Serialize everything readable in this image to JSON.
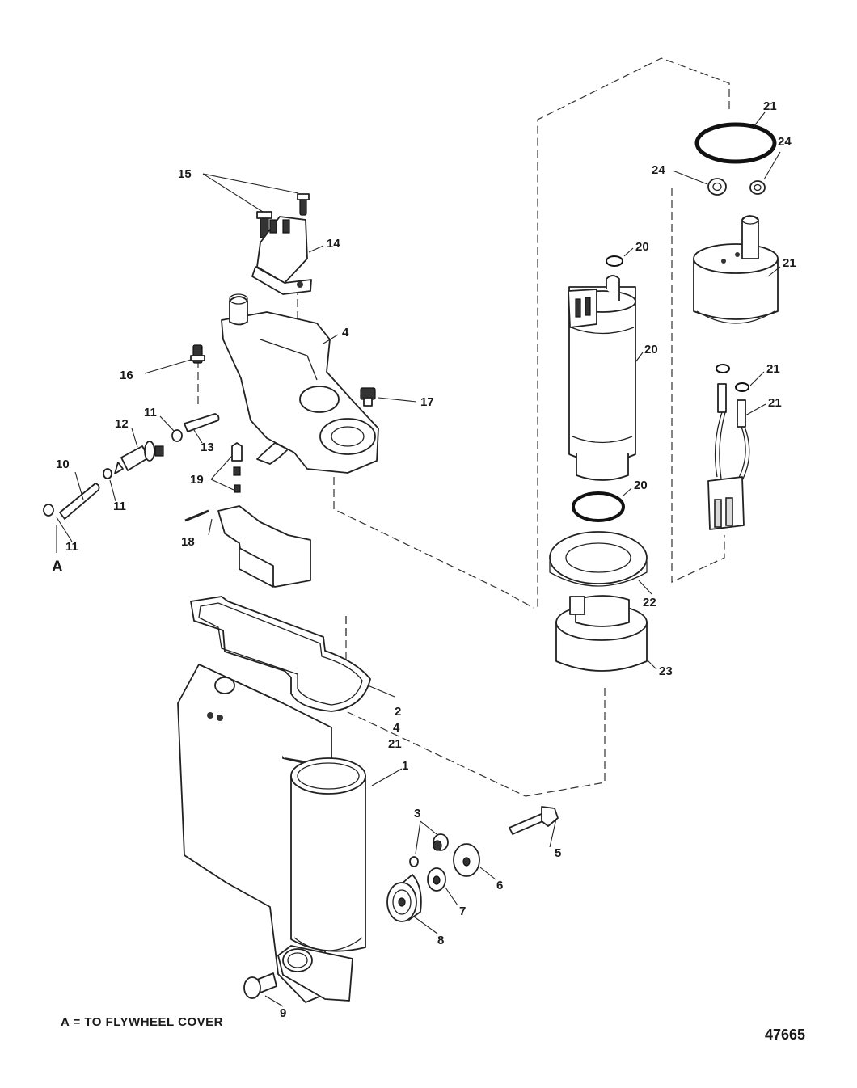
{
  "callouts": {
    "c1": "1",
    "c2": "2",
    "c3": "3",
    "c4a": "4",
    "c4b": "4",
    "c5": "5",
    "c6": "6",
    "c7": "7",
    "c8": "8",
    "c9": "9",
    "c10": "10",
    "c11a": "11",
    "c11b": "11",
    "c11c": "11",
    "c12": "12",
    "c13": "13",
    "c14": "14",
    "c15": "15",
    "c16": "16",
    "c17": "17",
    "c18": "18",
    "c19": "19",
    "c20a": "20",
    "c20b": "20",
    "c20c": "20",
    "c21a": "21",
    "c21b": "21",
    "c21c": "21",
    "c21d": "21",
    "c21e": "21",
    "c22": "22",
    "c23": "23",
    "c24a": "24",
    "c24b": "24"
  },
  "reference_letter": "A",
  "note": "A = TO FLYWHEEL COVER",
  "document_number": "47665"
}
